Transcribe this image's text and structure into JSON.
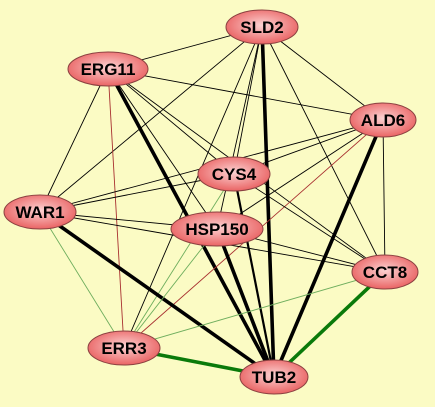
{
  "colors": {
    "background": "#fbfbc4",
    "node_fill_light": "#fcd2d2",
    "node_fill_dark": "#e85a5a",
    "node_stroke": "#8a4040",
    "edge_black": "#000000",
    "edge_green_light": "#6fae5e",
    "edge_green_dark": "#0a7a0a",
    "edge_red": "#a83030"
  },
  "nodes": [
    {
      "id": "SLD2",
      "label": "SLD2"
    },
    {
      "id": "ERG11",
      "label": "ERG11"
    },
    {
      "id": "ALD6",
      "label": "ALD6"
    },
    {
      "id": "CYS4",
      "label": "CYS4"
    },
    {
      "id": "WAR1",
      "label": "WAR1"
    },
    {
      "id": "HSP150",
      "label": "HSP150"
    },
    {
      "id": "CCT8",
      "label": "CCT8"
    },
    {
      "id": "ERR3",
      "label": "ERR3"
    },
    {
      "id": "TUB2",
      "label": "TUB2"
    }
  ],
  "edges": [
    {
      "source": "SLD2",
      "target": "ERG11",
      "color": "black",
      "weight": "thin"
    },
    {
      "source": "SLD2",
      "target": "ALD6",
      "color": "black",
      "weight": "thin"
    },
    {
      "source": "SLD2",
      "target": "CYS4",
      "color": "black",
      "weight": "thin"
    },
    {
      "source": "SLD2",
      "target": "HSP150",
      "color": "black",
      "weight": "thin"
    },
    {
      "source": "SLD2",
      "target": "WAR1",
      "color": "black",
      "weight": "thin"
    },
    {
      "source": "SLD2",
      "target": "CCT8",
      "color": "black",
      "weight": "thin"
    },
    {
      "source": "SLD2",
      "target": "ERR3",
      "color": "black",
      "weight": "thin"
    },
    {
      "source": "SLD2",
      "target": "TUB2",
      "color": "black",
      "weight": "thick"
    },
    {
      "source": "ERG11",
      "target": "ALD6",
      "color": "black",
      "weight": "thin"
    },
    {
      "source": "ERG11",
      "target": "CYS4",
      "color": "black",
      "weight": "thin"
    },
    {
      "source": "ERG11",
      "target": "HSP150",
      "color": "black",
      "weight": "thin"
    },
    {
      "source": "ERG11",
      "target": "WAR1",
      "color": "black",
      "weight": "thin"
    },
    {
      "source": "ERG11",
      "target": "CCT8",
      "color": "black",
      "weight": "thin"
    },
    {
      "source": "ERG11",
      "target": "ERR3",
      "color": "red",
      "weight": "thin"
    },
    {
      "source": "ERG11",
      "target": "TUB2",
      "color": "black",
      "weight": "thick"
    },
    {
      "source": "ALD6",
      "target": "CYS4",
      "color": "black",
      "weight": "thin"
    },
    {
      "source": "ALD6",
      "target": "HSP150",
      "color": "black",
      "weight": "thin"
    },
    {
      "source": "ALD6",
      "target": "WAR1",
      "color": "black",
      "weight": "thin"
    },
    {
      "source": "ALD6",
      "target": "CCT8",
      "color": "black",
      "weight": "thin"
    },
    {
      "source": "ALD6",
      "target": "ERR3",
      "color": "red",
      "weight": "thin"
    },
    {
      "source": "ALD6",
      "target": "TUB2",
      "color": "black",
      "weight": "thick"
    },
    {
      "source": "CYS4",
      "target": "WAR1",
      "color": "black",
      "weight": "thin"
    },
    {
      "source": "CYS4",
      "target": "CCT8",
      "color": "black",
      "weight": "thin"
    },
    {
      "source": "CYS4",
      "target": "ERR3",
      "color": "green",
      "weight": "thin"
    },
    {
      "source": "CYS4",
      "target": "TUB2",
      "color": "black",
      "weight": "medium"
    },
    {
      "source": "WAR1",
      "target": "HSP150",
      "color": "black",
      "weight": "thin"
    },
    {
      "source": "WAR1",
      "target": "CCT8",
      "color": "black",
      "weight": "thin"
    },
    {
      "source": "WAR1",
      "target": "ERR3",
      "color": "green",
      "weight": "thin"
    },
    {
      "source": "WAR1",
      "target": "TUB2",
      "color": "black",
      "weight": "thick"
    },
    {
      "source": "HSP150",
      "target": "CCT8",
      "color": "black",
      "weight": "thin"
    },
    {
      "source": "HSP150",
      "target": "ERR3",
      "color": "green",
      "weight": "thin"
    },
    {
      "source": "HSP150",
      "target": "TUB2",
      "color": "black",
      "weight": "thick"
    },
    {
      "source": "CCT8",
      "target": "ERR3",
      "color": "green",
      "weight": "thin"
    },
    {
      "source": "CCT8",
      "target": "TUB2",
      "color": "green_dark",
      "weight": "thick"
    },
    {
      "source": "ERR3",
      "target": "TUB2",
      "color": "green_dark",
      "weight": "thick"
    }
  ]
}
